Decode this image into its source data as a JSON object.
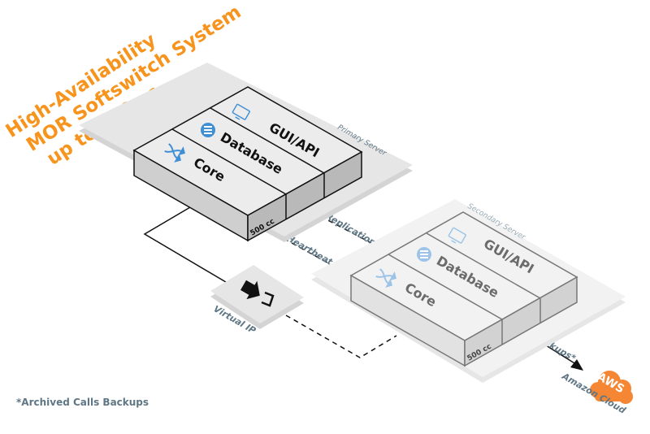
{
  "title": {
    "line1": "High-Availability",
    "line2": "MOR Softswitch System",
    "line3": "up to 500 cc",
    "color": "#f7941d"
  },
  "primary_server": {
    "label": "Primary Server",
    "capacity": "500 cc",
    "modules": [
      {
        "label": "GUI/API",
        "icon": "monitor-icon"
      },
      {
        "label": "Database",
        "icon": "database-icon"
      },
      {
        "label": "Core",
        "icon": "shuffle-icon"
      }
    ]
  },
  "secondary_server": {
    "label": "Secondary Server",
    "capacity": "500 cc",
    "modules": [
      {
        "label": "GUI/API",
        "icon": "monitor-icon"
      },
      {
        "label": "Database",
        "icon": "database-icon"
      },
      {
        "label": "Core",
        "icon": "shuffle-icon"
      }
    ]
  },
  "connections": {
    "replication": "Replication",
    "heartbeat": "Heartbeat",
    "backups": "Backups*"
  },
  "virtual_ip": {
    "label": "Virtual IP",
    "icon": "sign-in-icon"
  },
  "cloud": {
    "badge": "AWS",
    "label": "Amazon Cloud",
    "color": "#f58634"
  },
  "footnote": "*Archived Calls Backups",
  "colors": {
    "icon_blue": "#3f8fd6",
    "label_slate": "#5f7785"
  }
}
